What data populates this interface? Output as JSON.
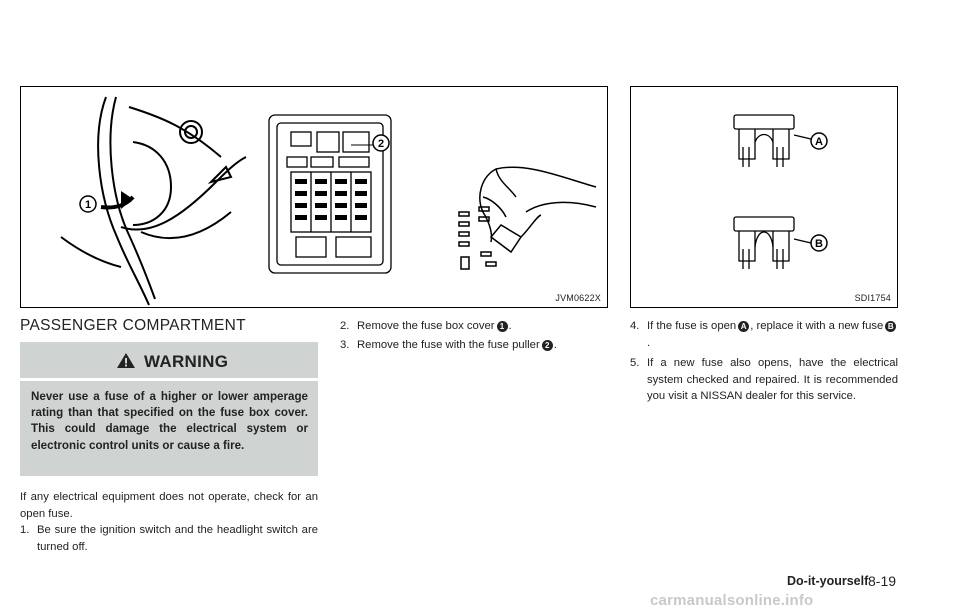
{
  "figures": {
    "left": {
      "code": "JVM0622X",
      "callout_1": "1",
      "callout_2": "2"
    },
    "right": {
      "code": "SDI1754",
      "callout_a": "A",
      "callout_b": "B"
    }
  },
  "section": {
    "title": "PASSENGER COMPARTMENT"
  },
  "warning": {
    "title": "WARNING",
    "text": "Never use a fuse of a higher or lower amperage rating than that specified on the fuse box cover. This could damage the electrical system or electronic control units or cause a fire."
  },
  "intro": "If any electrical equipment does not operate, check for an open fuse.",
  "steps": [
    {
      "num": "1.",
      "text": "Be sure the ignition switch and the headlight switch are turned off."
    },
    {
      "num": "2.",
      "text_before": "Remove the fuse box cover",
      "callout": "1",
      "text_after": "."
    },
    {
      "num": "3.",
      "text_before": "Remove the fuse with the fuse puller",
      "callout": "2",
      "text_after": "."
    },
    {
      "num": "4.",
      "text_before": "If the fuse is open",
      "callout_a": "A",
      "text_mid": ", replace it with a new fuse",
      "callout_b": "B",
      "text_after": "."
    },
    {
      "num": "5.",
      "text": "If a new fuse also opens, have the electrical system checked and repaired. It is recommended you visit a NISSAN dealer for this service."
    }
  ],
  "footer": {
    "section": "Do-it-yourself",
    "page": "8-19"
  },
  "watermark": "carmanualsonline.info"
}
